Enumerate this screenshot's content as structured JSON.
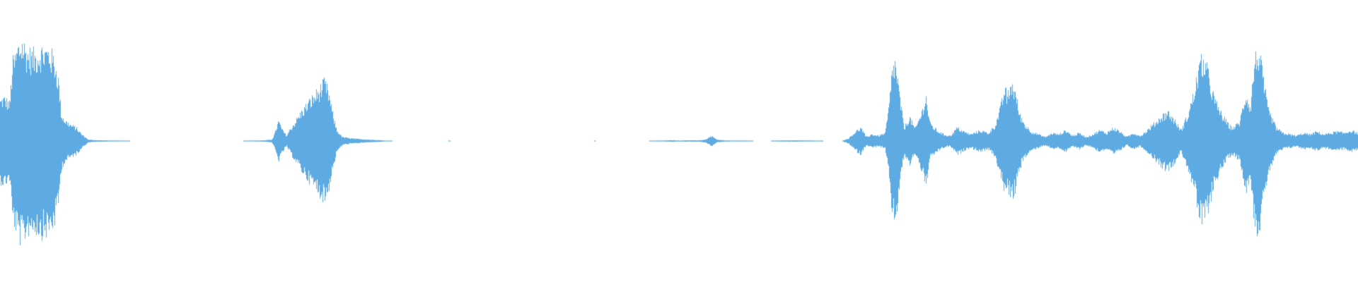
{
  "waveform": {
    "color": "#5dabe2",
    "background": "#ffffff",
    "envelope": [
      [
        0.0,
        0.3
      ],
      [
        0.003,
        0.32
      ],
      [
        0.007,
        0.28
      ],
      [
        0.009,
        0.58
      ],
      [
        0.011,
        0.62
      ],
      [
        0.013,
        0.7
      ],
      [
        0.016,
        0.74
      ],
      [
        0.02,
        0.66
      ],
      [
        0.025,
        0.64
      ],
      [
        0.03,
        0.68
      ],
      [
        0.036,
        0.67
      ],
      [
        0.04,
        0.6
      ],
      [
        0.043,
        0.45
      ],
      [
        0.045,
        0.2
      ],
      [
        0.048,
        0.15
      ],
      [
        0.052,
        0.12
      ],
      [
        0.056,
        0.1
      ],
      [
        0.06,
        0.05
      ],
      [
        0.065,
        0.01
      ],
      [
        0.07,
        0.006
      ],
      [
        0.08,
        0.004
      ],
      [
        0.09,
        0.003
      ],
      [
        0.097,
        0.0
      ],
      [
        0.178,
        0.0
      ],
      [
        0.183,
        0.003
      ],
      [
        0.195,
        0.005
      ],
      [
        0.2,
        0.01
      ],
      [
        0.202,
        0.05
      ],
      [
        0.205,
        0.15
      ],
      [
        0.208,
        0.08
      ],
      [
        0.211,
        0.04
      ],
      [
        0.213,
        0.08
      ],
      [
        0.217,
        0.14
      ],
      [
        0.222,
        0.22
      ],
      [
        0.228,
        0.3
      ],
      [
        0.234,
        0.37
      ],
      [
        0.239,
        0.44
      ],
      [
        0.242,
        0.36
      ],
      [
        0.245,
        0.2
      ],
      [
        0.248,
        0.08
      ],
      [
        0.252,
        0.03
      ],
      [
        0.258,
        0.02
      ],
      [
        0.268,
        0.012
      ],
      [
        0.28,
        0.006
      ],
      [
        0.285,
        0.002
      ],
      [
        0.29,
        0.0
      ],
      [
        0.33,
        0.0
      ],
      [
        0.331,
        0.002
      ],
      [
        0.332,
        0.0
      ],
      [
        0.437,
        0.0
      ],
      [
        0.438,
        0.002
      ],
      [
        0.439,
        0.0
      ],
      [
        0.478,
        0.0
      ],
      [
        0.48,
        0.003
      ],
      [
        0.49,
        0.004
      ],
      [
        0.495,
        0.006
      ],
      [
        0.5,
        0.004
      ],
      [
        0.508,
        0.005
      ],
      [
        0.515,
        0.005
      ],
      [
        0.52,
        0.012
      ],
      [
        0.524,
        0.04
      ],
      [
        0.528,
        0.01
      ],
      [
        0.533,
        0.005
      ],
      [
        0.54,
        0.003
      ],
      [
        0.546,
        0.004
      ],
      [
        0.553,
        0.002
      ],
      [
        0.555,
        0.0
      ],
      [
        0.567,
        0.0
      ],
      [
        0.572,
        0.004
      ],
      [
        0.585,
        0.005
      ],
      [
        0.595,
        0.004
      ],
      [
        0.603,
        0.003
      ],
      [
        0.607,
        0.0
      ],
      [
        0.62,
        0.0
      ],
      [
        0.625,
        0.02
      ],
      [
        0.63,
        0.07
      ],
      [
        0.634,
        0.1
      ],
      [
        0.638,
        0.03
      ],
      [
        0.642,
        0.05
      ],
      [
        0.647,
        0.04
      ],
      [
        0.652,
        0.06
      ],
      [
        0.655,
        0.28
      ],
      [
        0.657,
        0.52
      ],
      [
        0.659,
        0.6
      ],
      [
        0.661,
        0.48
      ],
      [
        0.663,
        0.3
      ],
      [
        0.666,
        0.1
      ],
      [
        0.67,
        0.18
      ],
      [
        0.674,
        0.09
      ],
      [
        0.679,
        0.22
      ],
      [
        0.682,
        0.34
      ],
      [
        0.685,
        0.13
      ],
      [
        0.69,
        0.08
      ],
      [
        0.695,
        0.05
      ],
      [
        0.7,
        0.04
      ],
      [
        0.705,
        0.1
      ],
      [
        0.71,
        0.07
      ],
      [
        0.715,
        0.05
      ],
      [
        0.722,
        0.08
      ],
      [
        0.728,
        0.06
      ],
      [
        0.733,
        0.12
      ],
      [
        0.737,
        0.25
      ],
      [
        0.74,
        0.4
      ],
      [
        0.742,
        0.33
      ],
      [
        0.745,
        0.44
      ],
      [
        0.748,
        0.36
      ],
      [
        0.751,
        0.2
      ],
      [
        0.755,
        0.12
      ],
      [
        0.76,
        0.07
      ],
      [
        0.765,
        0.05
      ],
      [
        0.77,
        0.03
      ],
      [
        0.775,
        0.06
      ],
      [
        0.78,
        0.05
      ],
      [
        0.785,
        0.08
      ],
      [
        0.79,
        0.04
      ],
      [
        0.795,
        0.06
      ],
      [
        0.8,
        0.03
      ],
      [
        0.805,
        0.05
      ],
      [
        0.81,
        0.08
      ],
      [
        0.815,
        0.06
      ],
      [
        0.82,
        0.1
      ],
      [
        0.825,
        0.07
      ],
      [
        0.83,
        0.03
      ],
      [
        0.835,
        0.06
      ],
      [
        0.84,
        0.04
      ],
      [
        0.845,
        0.08
      ],
      [
        0.85,
        0.13
      ],
      [
        0.855,
        0.18
      ],
      [
        0.86,
        0.22
      ],
      [
        0.865,
        0.16
      ],
      [
        0.87,
        0.08
      ],
      [
        0.875,
        0.2
      ],
      [
        0.88,
        0.38
      ],
      [
        0.883,
        0.55
      ],
      [
        0.886,
        0.62
      ],
      [
        0.889,
        0.54
      ],
      [
        0.892,
        0.42
      ],
      [
        0.895,
        0.3
      ],
      [
        0.9,
        0.2
      ],
      [
        0.905,
        0.12
      ],
      [
        0.908,
        0.1
      ],
      [
        0.913,
        0.14
      ],
      [
        0.916,
        0.28
      ],
      [
        0.918,
        0.36
      ],
      [
        0.921,
        0.25
      ],
      [
        0.924,
        0.6
      ],
      [
        0.927,
        0.68
      ],
      [
        0.93,
        0.5
      ],
      [
        0.934,
        0.24
      ],
      [
        0.94,
        0.1
      ],
      [
        0.945,
        0.06
      ],
      [
        0.95,
        0.05
      ],
      [
        0.955,
        0.04
      ],
      [
        0.96,
        0.06
      ],
      [
        0.965,
        0.05
      ],
      [
        0.97,
        0.07
      ],
      [
        0.975,
        0.05
      ],
      [
        0.98,
        0.06
      ],
      [
        0.985,
        0.07
      ],
      [
        0.99,
        0.06
      ],
      [
        0.995,
        0.08
      ],
      [
        1.0,
        0.06
      ]
    ]
  }
}
